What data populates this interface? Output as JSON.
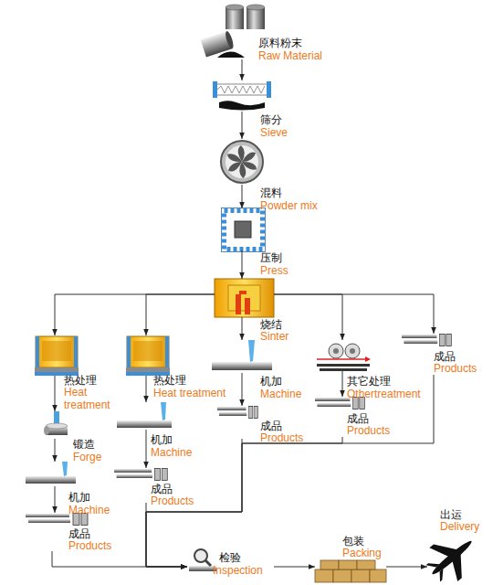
{
  "diagram": {
    "nodes": [
      {
        "text": [
          "原料粉末",
          "Raw Material"
        ]
      },
      {
        "text": [
          "筛分",
          "Sieve"
        ]
      },
      {
        "text": [
          "混料",
          "Powder mix"
        ]
      },
      {
        "text": [
          "压制",
          "Press"
        ]
      },
      {
        "text": [
          "烧结",
          "Sinter"
        ]
      },
      {
        "text": [
          "热处理",
          "Heat treatment"
        ]
      },
      {
        "text": [
          "锻造",
          "Forge"
        ]
      },
      {
        "text": [
          "机加",
          "Machine"
        ]
      },
      {
        "text": [
          "成品",
          "Products"
        ]
      },
      {
        "text": [
          "热处理",
          "Heat treatment"
        ]
      },
      {
        "text": [
          "机加",
          "Machine"
        ]
      },
      {
        "text": [
          "成品",
          "Products"
        ]
      },
      {
        "text": [
          "机加",
          "Machine"
        ]
      },
      {
        "text": [
          "成品",
          "Products"
        ]
      },
      {
        "text": [
          "其它处理",
          "Othertreatment"
        ]
      },
      {
        "text": [
          "成品",
          "Products"
        ]
      },
      {
        "text": [
          "成品",
          "Products"
        ]
      },
      {
        "text": [
          "检验",
          "Inspection"
        ]
      },
      {
        "text": [
          "包装",
          "Packing"
        ]
      },
      {
        "text": [
          "出运",
          "Delivery"
        ]
      }
    ],
    "edges": [
      {
        "from": 0,
        "to": 1,
        "arrow": "to"
      },
      {
        "from": 1,
        "to": 2,
        "arrow": "to"
      },
      {
        "from": 2,
        "to": 3,
        "arrow": "to"
      },
      {
        "from": 3,
        "to": 4,
        "arrow": "to"
      },
      {
        "from": 4,
        "to": 5,
        "arrow": "to"
      },
      {
        "from": 5,
        "to": 6,
        "arrow": "to"
      },
      {
        "from": 6,
        "to": 7,
        "arrow": "to"
      },
      {
        "from": 7,
        "to": 8,
        "arrow": "to"
      },
      {
        "from": 4,
        "to": 9,
        "arrow": "to"
      },
      {
        "from": 9,
        "to": 10,
        "arrow": "to"
      },
      {
        "from": 10,
        "to": 11,
        "arrow": "to"
      },
      {
        "from": 4,
        "to": 12,
        "arrow": "to"
      },
      {
        "from": 12,
        "to": 13,
        "arrow": "to"
      },
      {
        "from": 4,
        "to": 14,
        "arrow": "to"
      },
      {
        "from": 14,
        "to": 15,
        "arrow": "to"
      },
      {
        "from": 4,
        "to": 16,
        "arrow": "to"
      },
      {
        "from": 8,
        "to": 17,
        "arrow": "to"
      },
      {
        "from": 11,
        "to": 17,
        "arrow": "to"
      },
      {
        "from": 13,
        "to": 17,
        "arrow": "to"
      },
      {
        "from": 15,
        "to": 17,
        "arrow": "to"
      },
      {
        "from": 16,
        "to": 17,
        "arrow": "to"
      },
      {
        "from": 17,
        "to": 18,
        "arrow": "to"
      },
      {
        "from": 18,
        "to": 19,
        "arrow": "to"
      }
    ]
  }
}
